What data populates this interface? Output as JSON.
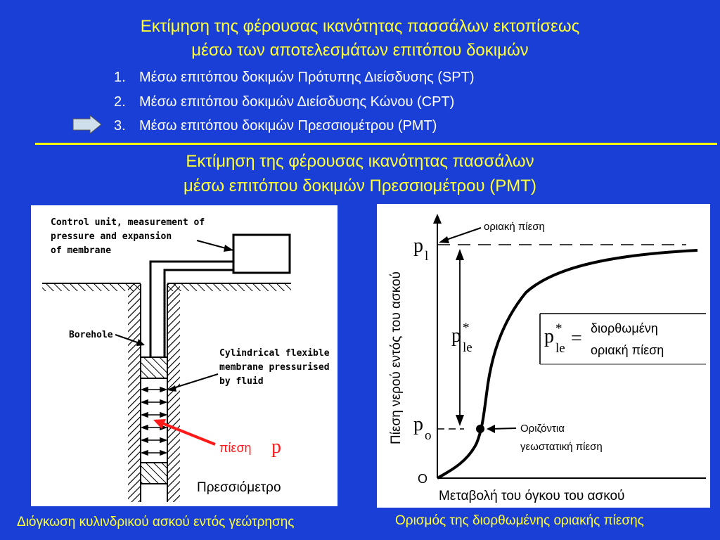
{
  "title": {
    "line1": "Εκτίμηση της φέρουσας ικανότητας πασσάλων εκτοπίσεως",
    "line2": "μέσω των αποτελεσμάτων επιτόπου δοκιμών"
  },
  "methods": [
    {
      "num": "1.",
      "label": "Μέσω επιτόπου δοκιμών Πρότυπης Διείσδυσης (SPT)"
    },
    {
      "num": "2.",
      "label": "Μέσω επιτόπου δοκιμών Διείσδυσης Κώνου (CPT)"
    },
    {
      "num": "3.",
      "label": "Μέσω επιτόπου δοκιμών Πρεσσιομέτρου (PMT)"
    }
  ],
  "subtitle": {
    "line1": "Εκτίμηση της φέρουσας ικανότητας πασσάλων",
    "line2": "μέσω επιτόπου δοκιμών Πρεσσιομέτρου (PMT)"
  },
  "left_figure": {
    "control_unit": [
      "Control unit, measurement of",
      "pressure and expansion",
      "of membrane"
    ],
    "borehole": "Borehole",
    "membrane": [
      "Cylindrical flexible",
      "membrane pressurised",
      "by fluid"
    ],
    "pressure_word": "πίεση",
    "pressure_symbol": "p",
    "device_name": "Πρεσσιόμετρο"
  },
  "right_figure": {
    "y_axis_label": "Πίεση νερού εντός του ασκού",
    "x_axis_label": "Μεταβολή του όγκου του ασκού",
    "origin": "O",
    "p_l_base": "p",
    "p_l_sub": "l",
    "p_le_base": "p",
    "p_le_sup": "*",
    "p_le_sub": "le",
    "p_o_base": "p",
    "p_o_sub": "o",
    "limit_label": "οριακή πίεση",
    "geostatic_label": [
      "Οριζόντια",
      "γεωστατική πίεση"
    ],
    "def_equals": "=",
    "def_text": [
      "διορθωμένη",
      "οριακή πίεση"
    ]
  },
  "captions": {
    "left": "Διόγκωση κυλινδρικού ασκού εντός γεώτρησης",
    "right": "Ορισμός της διορθωμένης οριακής πίεσης"
  },
  "colors": {
    "background": "#1a3fd6",
    "text_yellow": "#ffff33",
    "rule": "#ffff00",
    "arrow": "#ff1a1a"
  }
}
